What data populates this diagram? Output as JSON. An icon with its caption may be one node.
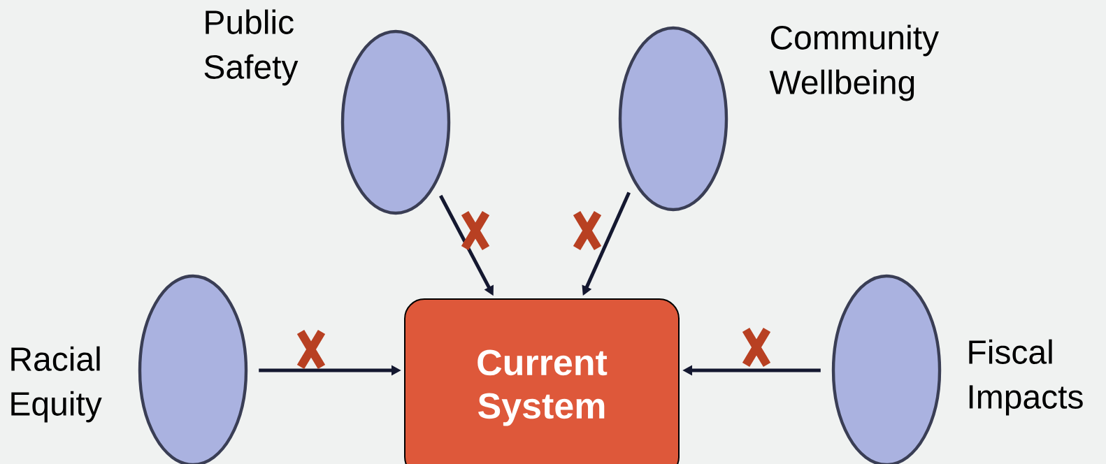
{
  "diagram": {
    "nodes": [
      {
        "text": [],
        "shape": "ellipse",
        "beside": [
          "Public Safety"
        ]
      },
      {
        "text": [],
        "shape": "ellipse",
        "beside": [
          "Community Wellbeing"
        ]
      },
      {
        "text": [],
        "shape": "ellipse",
        "beside": [
          "Racial Equity"
        ]
      },
      {
        "text": [
          "Current System"
        ]
      },
      {
        "text": [],
        "shape": "ellipse",
        "beside": [
          "Fiscal Impacts"
        ]
      }
    ],
    "edges": [
      {
        "from": 0,
        "to": 3,
        "arrow": "to"
      },
      {
        "from": 1,
        "to": 3,
        "arrow": "to"
      },
      {
        "from": 2,
        "to": 3,
        "arrow": "to"
      },
      {
        "from": 4,
        "to": 3,
        "arrow": "to"
      }
    ]
  }
}
